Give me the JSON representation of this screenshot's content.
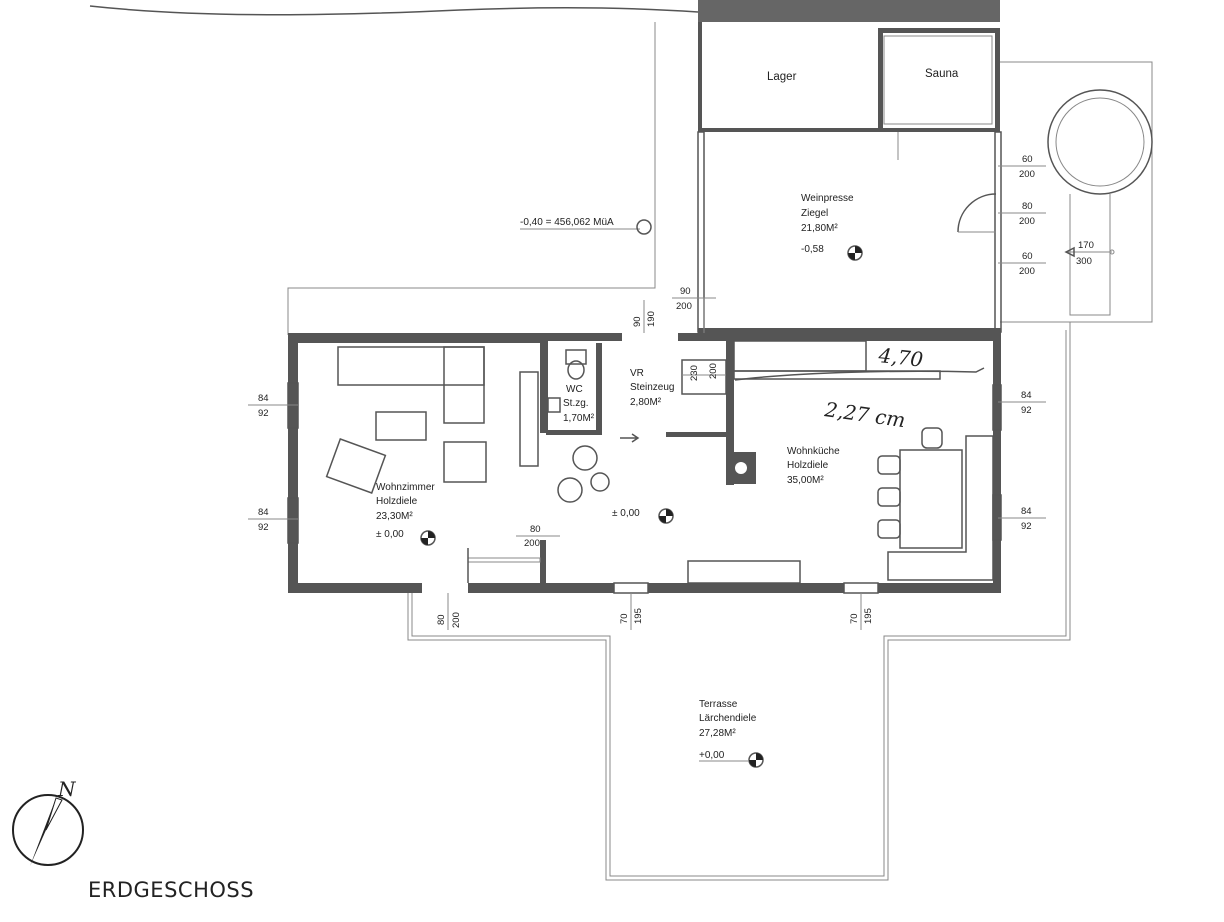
{
  "title": "ERDGESCHOSS",
  "north_label": "N",
  "level_reference": "-0,40 = 456,062 MüA",
  "rooms": {
    "lager": {
      "name": "Lager"
    },
    "sauna": {
      "name": "Sauna"
    },
    "weinpresse": {
      "name": "Weinpresse",
      "floor": "Ziegel",
      "area": "21,80M²",
      "level": "-0,58"
    },
    "wohnzimmer": {
      "name": "Wohnzimmer",
      "floor": "Holzdiele",
      "area": "23,30M²",
      "level": "± 0,00"
    },
    "wc": {
      "name": "WC",
      "floor": "St.zg.",
      "area": "1,70M²"
    },
    "vr": {
      "name": "VR",
      "floor": "Steinzeug",
      "area": "2,80M²"
    },
    "wohnkueche": {
      "name": "Wohnküche",
      "floor": "Holzdiele",
      "area": "35,00M²"
    },
    "terrasse": {
      "name": "Terrasse",
      "floor": "Lärchendiele",
      "area": "27,28M²",
      "level": "+0,00"
    }
  },
  "hall_level": "± 0,00",
  "dimensions": {
    "w_left_upper": {
      "a": "84",
      "b": "92"
    },
    "w_left_lower": {
      "a": "84",
      "b": "92"
    },
    "w_right_upper": {
      "a": "84",
      "b": "92"
    },
    "w_right_lower": {
      "a": "84",
      "b": "92"
    },
    "wein_1": {
      "a": "60",
      "b": "200"
    },
    "wein_2": {
      "a": "80",
      "b": "200"
    },
    "wein_3": {
      "a": "60",
      "b": "200"
    },
    "side_door": {
      "a": "170",
      "b": "300"
    },
    "vr_door": {
      "a": "90",
      "b": "200"
    },
    "vr_window": {
      "a": "90",
      "b": "190"
    },
    "inner_door": {
      "a": "80",
      "b": "200"
    },
    "bottom_door": {
      "a": "80",
      "b": "200"
    },
    "south_1": {
      "a": "70",
      "b": "195"
    },
    "south_2": {
      "a": "70",
      "b": "195"
    },
    "stair_1": "230",
    "stair_2": "200"
  },
  "handwritten": {
    "length": "4,70",
    "width": "2,27 cm"
  }
}
